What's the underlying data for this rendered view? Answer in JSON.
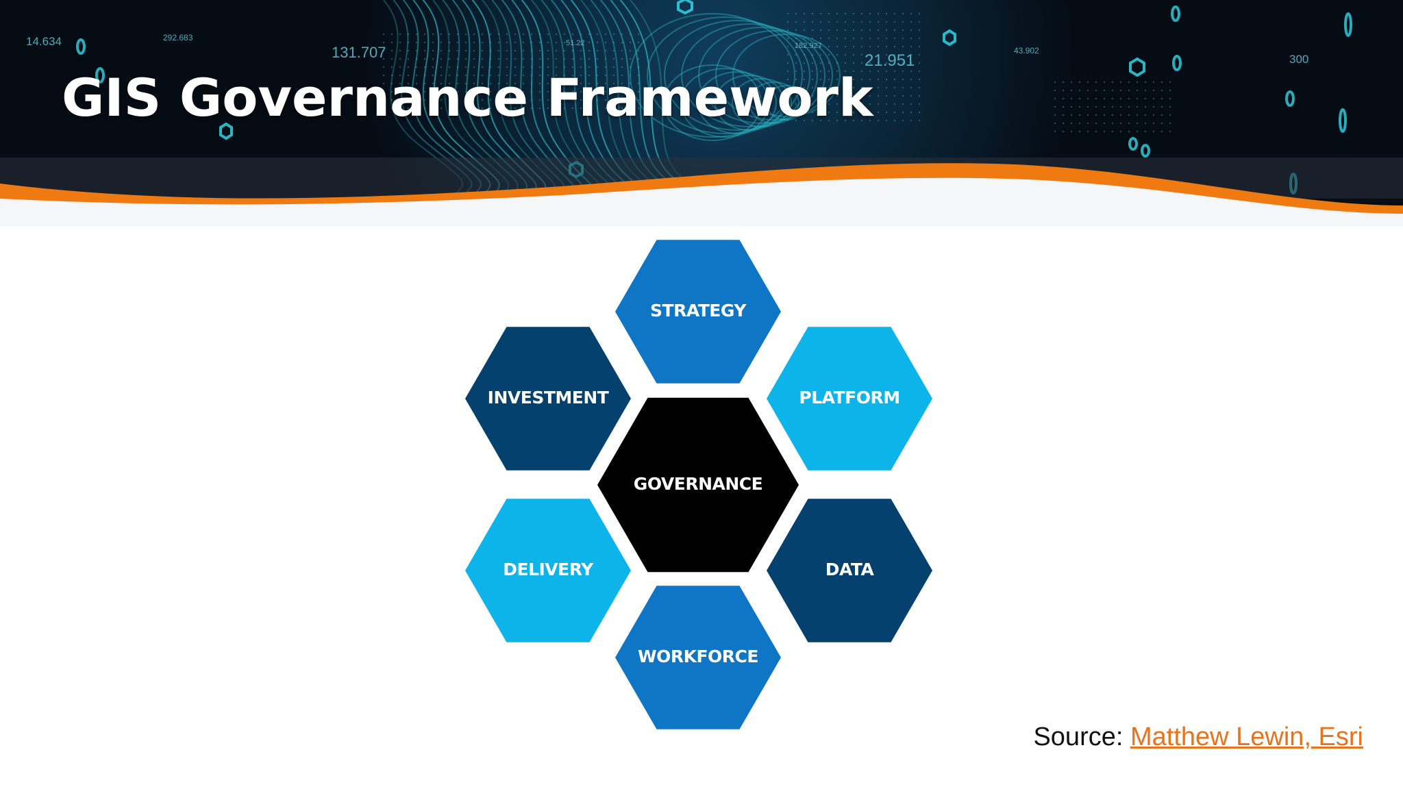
{
  "slide": {
    "title": "GIS Governance Framework"
  },
  "banner": {
    "numbers": [
      "14.634",
      "292.683",
      "131.707",
      "51.22",
      "182.927",
      "21.951",
      "43.902",
      "300"
    ],
    "accent_color": "#f07a12"
  },
  "diagram": {
    "center": {
      "label": "GOVERNANCE",
      "color": "#000000"
    },
    "hexagons": [
      {
        "id": "strategy",
        "label": "STRATEGY",
        "color": "#0e76c4"
      },
      {
        "id": "platform",
        "label": "PLATFORM",
        "color": "#0cb4ea"
      },
      {
        "id": "data",
        "label": "DATA",
        "color": "#05416f"
      },
      {
        "id": "workforce",
        "label": "WORKFORCE",
        "color": "#0e76c4"
      },
      {
        "id": "delivery",
        "label": "DELIVERY",
        "color": "#0cb4ea"
      },
      {
        "id": "investment",
        "label": "INVESTMENT",
        "color": "#05416f"
      }
    ]
  },
  "source": {
    "prefix": "Source: ",
    "link_text": "Matthew Lewin, Esri",
    "link_color": "#e8731a"
  }
}
